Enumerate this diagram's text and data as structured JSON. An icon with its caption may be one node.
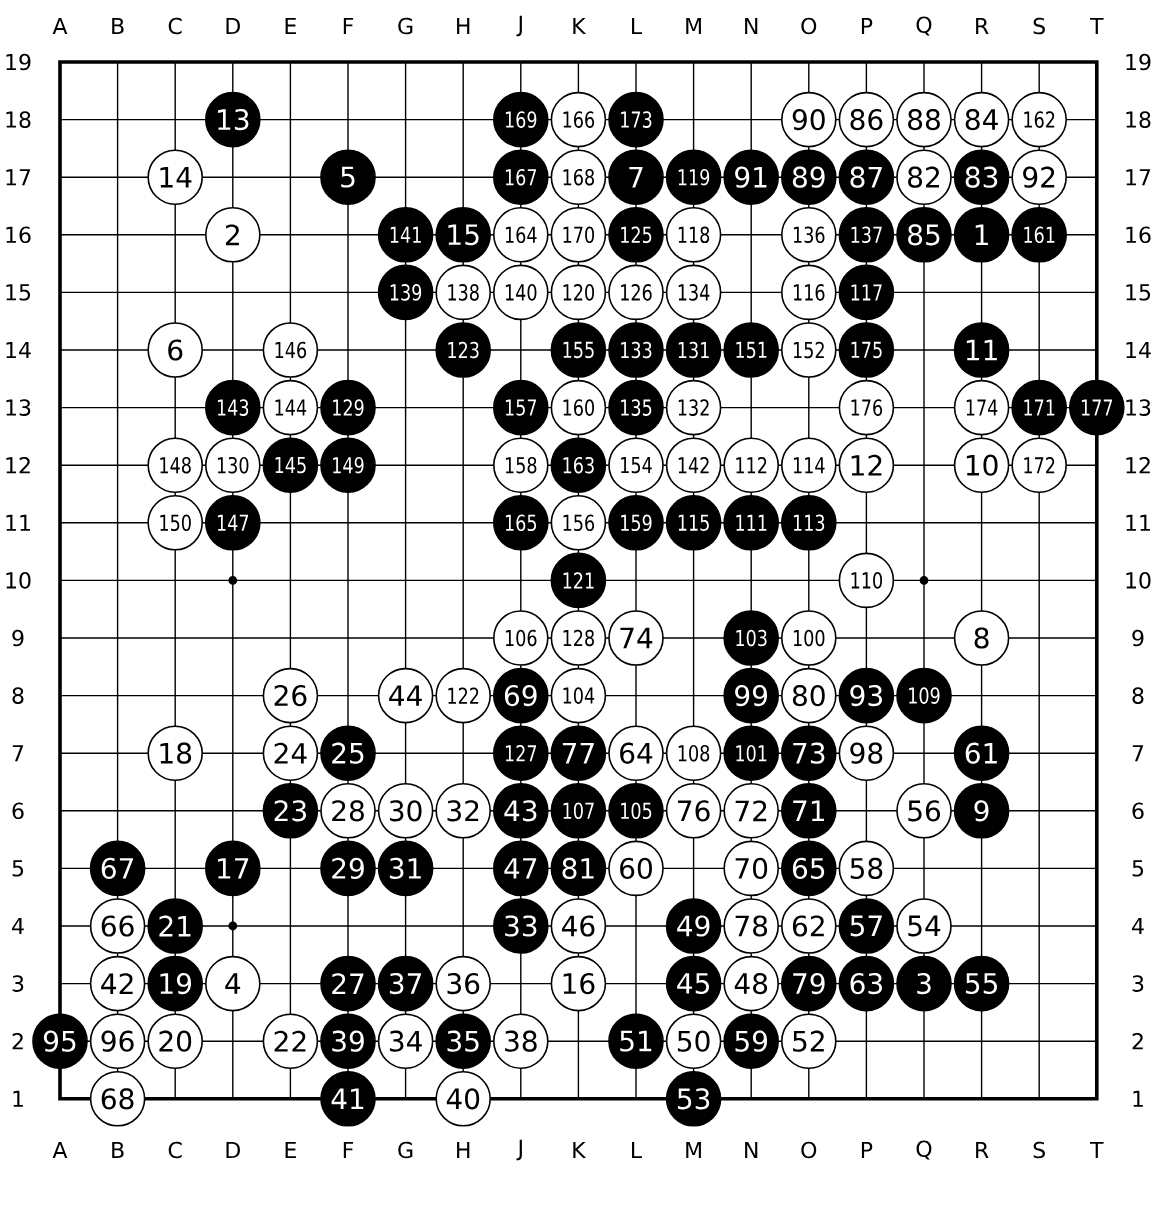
{
  "diagram": {
    "nodes": [
      {
        "text": [
          "13"
        ]
      },
      {
        "text": [
          "169"
        ]
      },
      {
        "text": [
          "166"
        ]
      },
      {
        "text": [
          "173"
        ]
      },
      {
        "text": [
          "90"
        ]
      },
      {
        "text": [
          "86"
        ]
      },
      {
        "text": [
          "88"
        ]
      },
      {
        "text": [
          "84"
        ]
      },
      {
        "text": [
          "162"
        ]
      },
      {
        "text": [
          "14"
        ]
      },
      {
        "text": [
          "5"
        ]
      },
      {
        "text": [
          "167"
        ]
      },
      {
        "text": [
          "168"
        ]
      },
      {
        "text": [
          "7"
        ]
      },
      {
        "text": [
          "119"
        ]
      },
      {
        "text": [
          "91"
        ]
      },
      {
        "text": [
          "89"
        ]
      },
      {
        "text": [
          "87"
        ]
      },
      {
        "text": [
          "82"
        ]
      },
      {
        "text": [
          "83"
        ]
      },
      {
        "text": [
          "92"
        ]
      },
      {
        "text": [
          "2"
        ]
      },
      {
        "text": [
          "141"
        ]
      },
      {
        "text": [
          "15"
        ]
      },
      {
        "text": [
          "164"
        ]
      },
      {
        "text": [
          "170"
        ]
      },
      {
        "text": [
          "125"
        ]
      },
      {
        "text": [
          "118"
        ]
      },
      {
        "text": [
          "136"
        ]
      },
      {
        "text": [
          "137"
        ]
      },
      {
        "text": [
          "85"
        ]
      },
      {
        "text": [
          "1"
        ]
      },
      {
        "text": [
          "161"
        ]
      },
      {
        "text": [
          "139"
        ]
      },
      {
        "text": [
          "138"
        ]
      },
      {
        "text": [
          "140"
        ]
      },
      {
        "text": [
          "120"
        ]
      },
      {
        "text": [
          "126"
        ]
      },
      {
        "text": [
          "134"
        ]
      },
      {
        "text": [
          "116"
        ]
      },
      {
        "text": [
          "117"
        ]
      },
      {
        "text": [
          "6"
        ]
      },
      {
        "text": [
          "146"
        ]
      },
      {
        "text": [
          "123"
        ]
      },
      {
        "text": [
          "155"
        ]
      },
      {
        "text": [
          "133"
        ]
      },
      {
        "text": [
          "131"
        ]
      },
      {
        "text": [
          "151"
        ]
      },
      {
        "text": [
          "152"
        ]
      },
      {
        "text": [
          "175"
        ]
      },
      {
        "text": [
          "11"
        ]
      },
      {
        "text": [
          "143"
        ]
      },
      {
        "text": [
          "144"
        ]
      },
      {
        "text": [
          "129"
        ]
      },
      {
        "text": [
          "157"
        ]
      },
      {
        "text": [
          "160"
        ]
      },
      {
        "text": [
          "135"
        ]
      },
      {
        "text": [
          "132"
        ]
      },
      {
        "text": [
          "176"
        ]
      },
      {
        "text": [
          "174"
        ]
      },
      {
        "text": [
          "171"
        ]
      },
      {
        "text": [
          "177"
        ]
      },
      {
        "text": [
          "148"
        ]
      },
      {
        "text": [
          "130"
        ]
      },
      {
        "text": [
          "145"
        ]
      },
      {
        "text": [
          "149"
        ]
      },
      {
        "text": [
          "158"
        ]
      },
      {
        "text": [
          "163"
        ]
      },
      {
        "text": [
          "154"
        ]
      },
      {
        "text": [
          "142"
        ]
      },
      {
        "text": [
          "112"
        ]
      },
      {
        "text": [
          "114"
        ]
      },
      {
        "text": [
          "12"
        ]
      },
      {
        "text": [
          "10"
        ]
      },
      {
        "text": [
          "172"
        ]
      },
      {
        "text": [
          "150"
        ]
      },
      {
        "text": [
          "147"
        ]
      },
      {
        "text": [
          "165"
        ]
      },
      {
        "text": [
          "156"
        ]
      },
      {
        "text": [
          "159"
        ]
      },
      {
        "text": [
          "115"
        ]
      },
      {
        "text": [
          "111"
        ]
      },
      {
        "text": [
          "113"
        ]
      },
      {
        "text": [
          "121"
        ]
      },
      {
        "text": [
          "110"
        ]
      },
      {
        "text": [
          "106"
        ]
      },
      {
        "text": [
          "128"
        ]
      },
      {
        "text": [
          "74"
        ]
      },
      {
        "text": [
          "103"
        ]
      },
      {
        "text": [
          "100"
        ]
      },
      {
        "text": [
          "8"
        ]
      },
      {
        "text": [
          "26"
        ]
      },
      {
        "text": [
          "44"
        ]
      },
      {
        "text": [
          "122"
        ]
      },
      {
        "text": [
          "69"
        ]
      },
      {
        "text": [
          "104"
        ]
      },
      {
        "text": [
          "99"
        ]
      },
      {
        "text": [
          "80"
        ]
      },
      {
        "text": [
          "93"
        ]
      },
      {
        "text": [
          "109"
        ]
      },
      {
        "text": [
          "18"
        ]
      },
      {
        "text": [
          "24"
        ]
      },
      {
        "text": [
          "25"
        ]
      },
      {
        "text": [
          "127"
        ]
      },
      {
        "text": [
          "77"
        ]
      },
      {
        "text": [
          "64"
        ]
      },
      {
        "text": [
          "108"
        ]
      },
      {
        "text": [
          "101"
        ]
      },
      {
        "text": [
          "73"
        ]
      },
      {
        "text": [
          "98"
        ]
      },
      {
        "text": [
          "61"
        ]
      },
      {
        "text": [
          "23"
        ]
      },
      {
        "text": [
          "28"
        ]
      },
      {
        "text": [
          "30"
        ]
      },
      {
        "text": [
          "32"
        ]
      },
      {
        "text": [
          "43"
        ]
      },
      {
        "text": [
          "107"
        ]
      },
      {
        "text": [
          "105"
        ]
      },
      {
        "text": [
          "76"
        ]
      },
      {
        "text": [
          "72"
        ]
      },
      {
        "text": [
          "71"
        ]
      },
      {
        "text": [
          "56"
        ]
      },
      {
        "text": [
          "9"
        ]
      },
      {
        "text": [
          "67"
        ]
      },
      {
        "text": [
          "17"
        ]
      },
      {
        "text": [
          "29"
        ]
      },
      {
        "text": [
          "31"
        ]
      },
      {
        "text": [
          "47"
        ]
      },
      {
        "text": [
          "81"
        ]
      },
      {
        "text": [
          "60"
        ]
      },
      {
        "text": [
          "70"
        ]
      },
      {
        "text": [
          "65"
        ]
      },
      {
        "text": [
          "58"
        ]
      },
      {
        "text": [
          "66"
        ]
      },
      {
        "text": [
          "21"
        ]
      },
      {
        "text": [
          "33"
        ]
      },
      {
        "text": [
          "46"
        ]
      },
      {
        "text": [
          "49"
        ]
      },
      {
        "text": [
          "78"
        ]
      },
      {
        "text": [
          "62"
        ]
      },
      {
        "text": [
          "57"
        ]
      },
      {
        "text": [
          "54"
        ]
      },
      {
        "text": [
          "42"
        ]
      },
      {
        "text": [
          "19"
        ]
      },
      {
        "text": [
          "4"
        ]
      },
      {
        "text": [
          "27"
        ]
      },
      {
        "text": [
          "37"
        ]
      },
      {
        "text": [
          "36"
        ]
      },
      {
        "text": [
          "16"
        ]
      },
      {
        "text": [
          "45"
        ]
      },
      {
        "text": [
          "48"
        ]
      },
      {
        "text": [
          "79"
        ]
      },
      {
        "text": [
          "63"
        ]
      },
      {
        "text": [
          "3"
        ]
      },
      {
        "text": [
          "55"
        ]
      },
      {
        "text": [
          "95"
        ]
      },
      {
        "text": [
          "96"
        ]
      },
      {
        "text": [
          "20"
        ]
      },
      {
        "text": [
          "22"
        ]
      },
      {
        "text": [
          "39"
        ]
      },
      {
        "text": [
          "34"
        ]
      },
      {
        "text": [
          "35"
        ]
      },
      {
        "text": [
          "38"
        ]
      },
      {
        "text": [
          "51"
        ]
      },
      {
        "text": [
          "50"
        ]
      },
      {
        "text": [
          "59"
        ]
      },
      {
        "text": [
          "52"
        ]
      },
      {
        "text": [
          "68"
        ]
      },
      {
        "text": [
          "41"
        ]
      },
      {
        "text": [
          "40"
        ]
      },
      {
        "text": [
          "53"
        ]
      }
    ],
    "labels": [
      "A",
      "B",
      "C",
      "D",
      "E",
      "F",
      "G",
      "H",
      "J",
      "K",
      "L",
      "M",
      "N",
      "O",
      "P",
      "Q",
      "R",
      "S",
      "T",
      "19",
      "19",
      "18",
      "18",
      "17",
      "17",
      "16",
      "16",
      "15",
      "15",
      "14",
      "14",
      "13",
      "13",
      "12",
      "12",
      "11",
      "11",
      "10",
      "10",
      "9",
      "9",
      "8",
      "8",
      "7",
      "7",
      "6",
      "6",
      "5",
      "5",
      "4",
      "4",
      "3",
      "3",
      "2",
      "2",
      "1",
      "1",
      "A",
      "B",
      "C",
      "D",
      "E",
      "F",
      "G",
      "H",
      "J",
      "K",
      "L",
      "M",
      "N",
      "O",
      "P",
      "Q",
      "R",
      "S",
      "T"
    ]
  }
}
